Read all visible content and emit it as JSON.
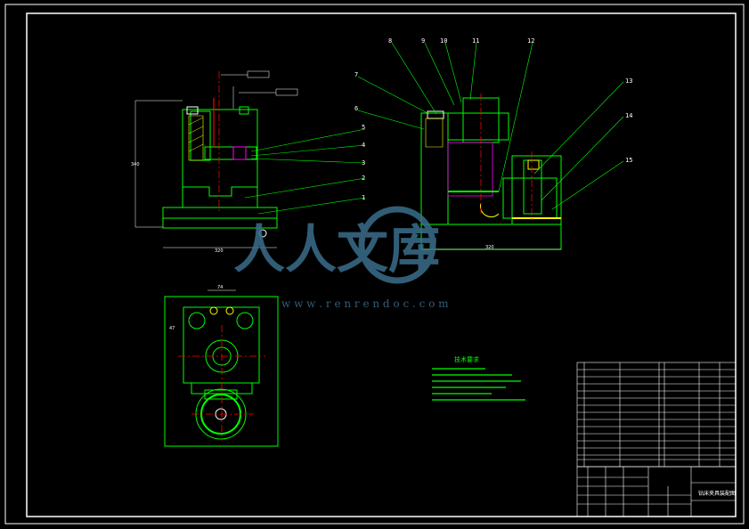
{
  "drawing": {
    "colors": {
      "background": "#000000",
      "frame": "#ffffff",
      "part": "#00ff00",
      "section": "#ff00ff",
      "center": "#ff0000",
      "dim": "#00ffff",
      "hatch": "#ffff00"
    },
    "front_labels": [
      "5",
      "4",
      "3",
      "2",
      "1"
    ],
    "side_labels": [
      "8",
      "9",
      "10",
      "11",
      "12",
      "7",
      "6",
      "13",
      "14",
      "15"
    ],
    "dims": {
      "front_width": "320",
      "front_height": "340",
      "side_width": "320",
      "top_width": "74",
      "top_height": "47"
    },
    "tech_notes_title": "技术要求",
    "watermark": {
      "brand": "人人文库",
      "url": "w w w . r e n r e n d o c . c o m",
      "color": "#3a6e8c"
    },
    "title_block": {
      "drawing_title": "钻床夹具装配图"
    }
  }
}
